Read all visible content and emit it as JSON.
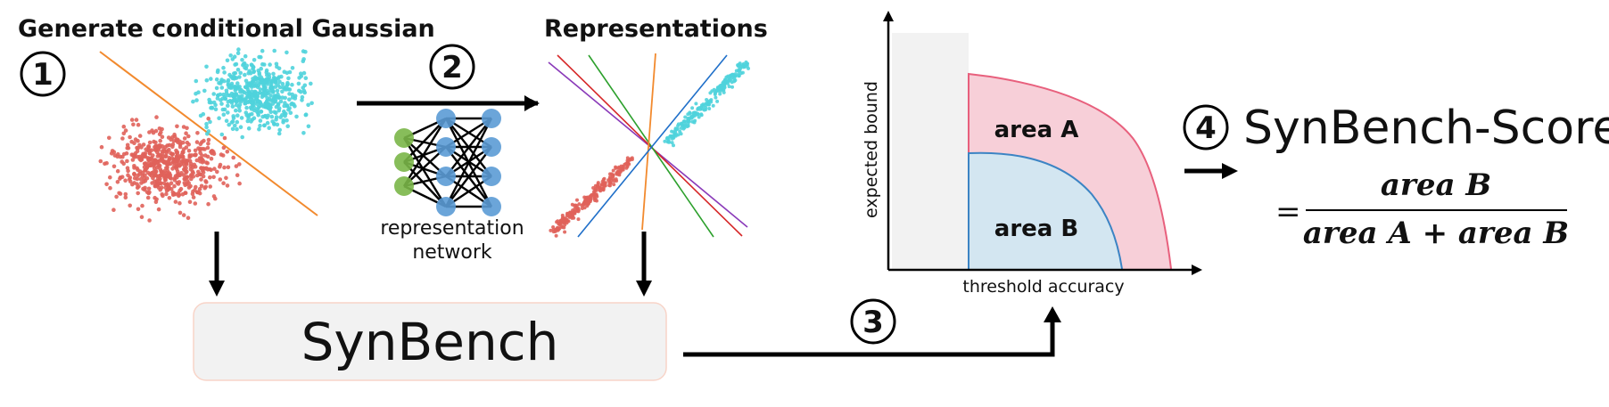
{
  "step1": {
    "number": "1",
    "title": "Generate conditional Gaussian"
  },
  "step2": {
    "number": "2",
    "network_label_line1": "representation",
    "network_label_line2": "network"
  },
  "representations": {
    "title": "Representations"
  },
  "synbench_box": {
    "label": "SynBench"
  },
  "step3": {
    "number": "3"
  },
  "plot": {
    "ylabel": "expected bound",
    "xlabel": "threshold accuracy",
    "area_a_label": "area A",
    "area_b_label": "area B"
  },
  "step4": {
    "number": "4",
    "title": "SynBench-Score"
  },
  "formula": {
    "equals": "=",
    "numerator": "area B",
    "denominator": "area A + area B"
  },
  "colors": {
    "cluster_red": "#e0625a",
    "cluster_cyan": "#4fd3dc",
    "node_green": "#7ab648",
    "node_blue": "#5b9bd5",
    "area_a_fill": "#f7cfd8",
    "area_b_fill": "#d3e6f1",
    "area_a_line": "#e8607d",
    "area_b_line": "#3c84c4"
  }
}
